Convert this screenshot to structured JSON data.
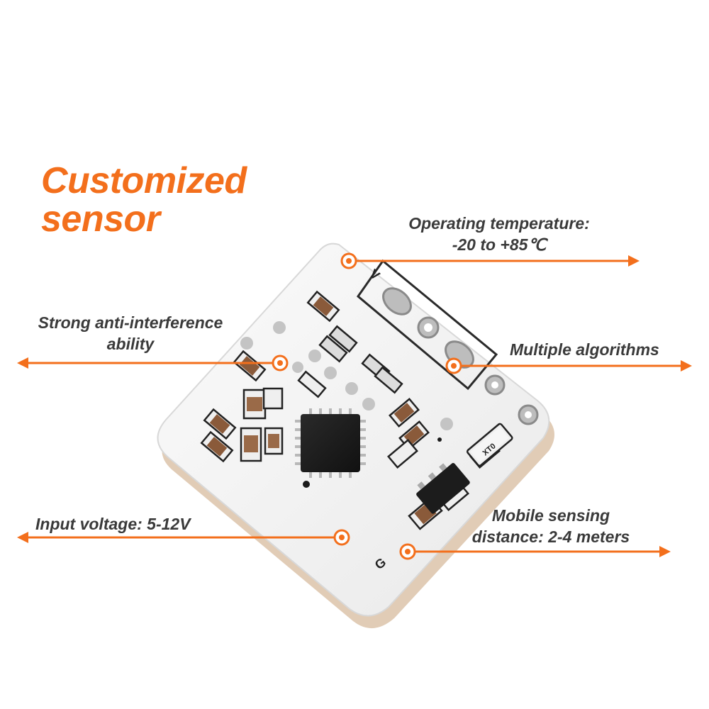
{
  "title": {
    "line1": "Customized",
    "line2": "sensor"
  },
  "callouts": {
    "temperature": {
      "line1": "Operating temperature:",
      "line2": "-20 to +85℃"
    },
    "interference": {
      "line1": "Strong anti-interference",
      "line2": "ability"
    },
    "algorithms": {
      "line1": "Multiple algorithms"
    },
    "voltage": {
      "line1": "Input voltage: 5-12V"
    },
    "distance": {
      "line1": "Mobile sensing",
      "line2": "distance: 2-4 meters"
    }
  },
  "board_markings": {
    "pin_v": "V",
    "pin_g": "G",
    "chip_code": "XT0"
  },
  "colors": {
    "accent": "#f36f1c",
    "text": "#3a3a3a",
    "board": "#f7f7f7",
    "chip": "#1c1c1c"
  }
}
